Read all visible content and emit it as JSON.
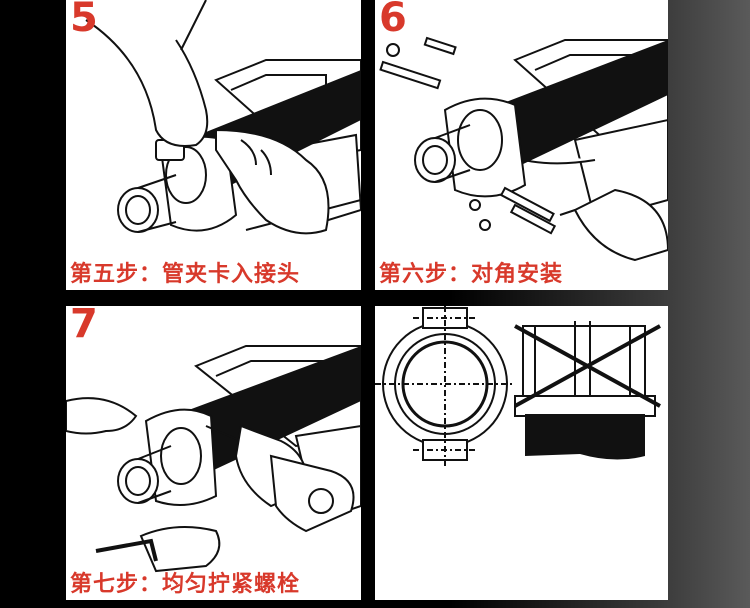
{
  "steps": [
    {
      "number": "5",
      "caption": "第五步：管夹卡入接头"
    },
    {
      "number": "6",
      "caption": "第六步：对角安装"
    },
    {
      "number": "7",
      "caption": "第七步：均匀拧紧螺栓"
    }
  ],
  "colors": {
    "accent": "#d8392b",
    "ink": "#111111",
    "paper": "#ffffff",
    "pipe": "#111111"
  },
  "icons": [
    "hand-illustration",
    "drill-illustration",
    "clamp-illustration",
    "bolt-illustration",
    "hex-key-illustration",
    "cross-mark-icon"
  ]
}
